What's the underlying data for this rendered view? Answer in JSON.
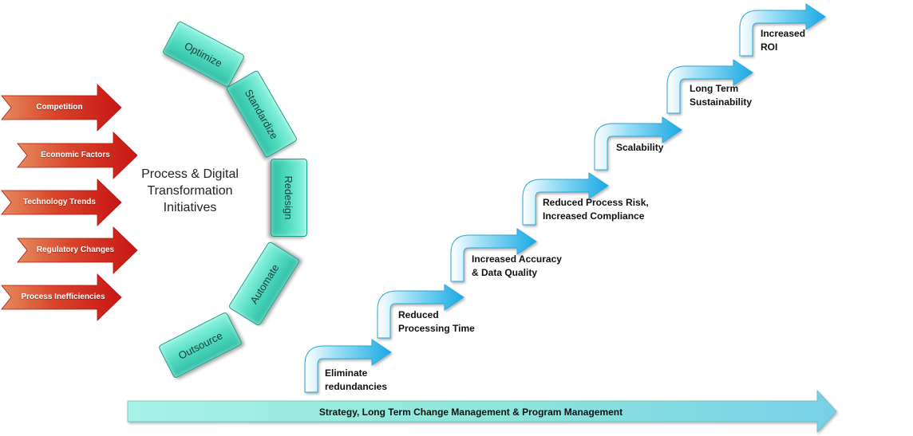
{
  "drivers": [
    {
      "label": "Competition"
    },
    {
      "label": "Economic Factors"
    },
    {
      "label": "Technology Trends"
    },
    {
      "label": "Regulatory Changes"
    },
    {
      "label": "Process Inefficiencies"
    }
  ],
  "center_label": "Process & Digital Transformation Initiatives",
  "initiatives": [
    {
      "label": "Optimize"
    },
    {
      "label": "Standardize"
    },
    {
      "label": "Redesign"
    },
    {
      "label": "Automate"
    },
    {
      "label": "Outsource"
    }
  ],
  "steps": [
    {
      "line1": "Eliminate",
      "line2": "redundancies"
    },
    {
      "line1": "Reduced",
      "line2": "Processing Time"
    },
    {
      "line1": "Increased Accuracy",
      "line2": "& Data Quality"
    },
    {
      "line1": "Reduced Process Risk,",
      "line2": "Increased Compliance"
    },
    {
      "line1": "Scalability",
      "line2": ""
    },
    {
      "line1": "Long Term",
      "line2": "Sustainability"
    },
    {
      "line1": "Increased",
      "line2": "ROI"
    }
  ],
  "banner_label": "Strategy, Long Term Change Management & Program Management",
  "colors": {
    "driver_red": "#d9261c",
    "driver_orange": "#e06a3c",
    "teal": "#4fd9bf",
    "step_cyan": "#29b6ea",
    "banner_teal": "#7fe6d6"
  }
}
